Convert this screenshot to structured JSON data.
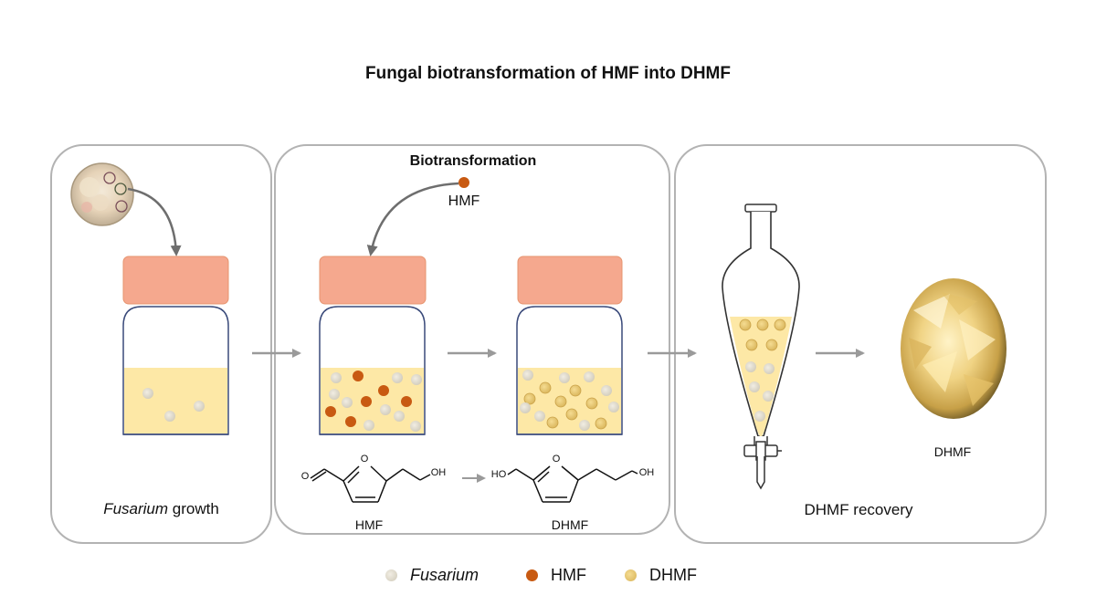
{
  "title": "Fungal biotransformation of HMF into DHMF",
  "panels": {
    "growth": {
      "label_italic": "Fusarium",
      "label_rest": " growth"
    },
    "biotransformation": {
      "heading": "Biotransformation",
      "hmf_input_label": "HMF",
      "structure_left_label": "HMF",
      "structure_right_label": "DHMF",
      "oh_left": "OH",
      "ho_right": "HO",
      "oh_right": "OH",
      "o_ring_left": "O",
      "o_aldehyde": "O",
      "o_ring_right": "O"
    },
    "recovery": {
      "label": "DHMF recovery",
      "product_label": "DHMF"
    }
  },
  "legend": [
    {
      "label": "Fusarium",
      "italic": true,
      "color": "#d9d4c6"
    },
    {
      "label": "HMF",
      "italic": false,
      "color": "#c85a12"
    },
    {
      "label": "DHMF",
      "italic": false,
      "color": "#e3c26a"
    }
  ],
  "colors": {
    "panel_border": "#b3b3b3",
    "cap_fill": "#f5a88e",
    "medium_fill": "#fde8a6",
    "jar_outline": "#3a4a7a",
    "arrow": "#9a9a9a",
    "fusarium": "#d9d4c6",
    "hmf": "#c85a12",
    "dhmf": "#e3c26a"
  },
  "icons": [
    "petri-dish-icon",
    "bottle-icon",
    "separatory-funnel-icon",
    "crystal-photo-icon"
  ]
}
